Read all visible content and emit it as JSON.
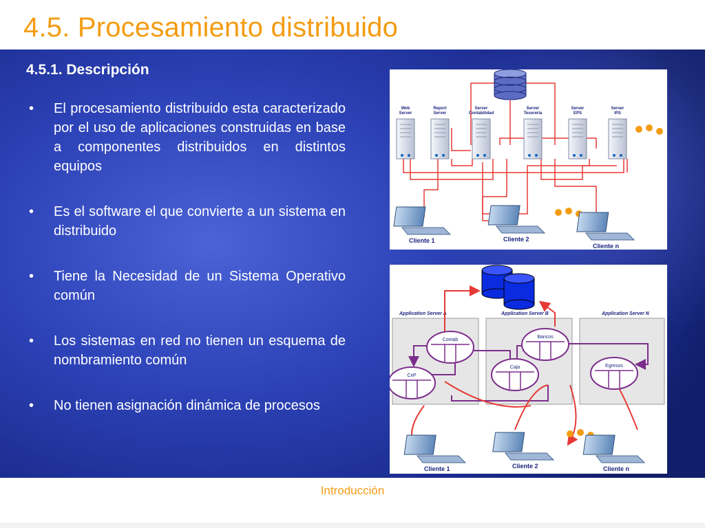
{
  "title": "4.5. Procesamiento distribuido",
  "subtitle": "4.5.1. Descripción",
  "bullet_glyph": "•",
  "bullets": [
    "El procesamiento distribuido esta caracterizado por el uso de aplicaciones construidas en base a componentes distribuidos en distintos equipos",
    "Es el software el que convierte a un sistema en distribuido",
    "Tiene la Necesidad de un Sistema Operativo común",
    "Los sistemas en red no tienen un esquema de nombramiento común",
    "No tienen asignación dinámica de procesos"
  ],
  "figure1": {
    "servers": [
      {
        "line1": "Web",
        "line2": "Server"
      },
      {
        "line1": "Report",
        "line2": "Server"
      },
      {
        "line1": "Server",
        "line2": "Contabilidad"
      },
      {
        "line1": "Server",
        "line2": "Tesorería"
      },
      {
        "line1": "Server",
        "line2": "EPS"
      },
      {
        "line1": "Server",
        "line2": "IPS"
      }
    ],
    "clients": [
      "Cliente 1",
      "Cliente 2",
      "Cliente n"
    ]
  },
  "figure2": {
    "app_servers": [
      "Application Server A",
      "Application Server B",
      "Application Server N"
    ],
    "components": [
      "Contab",
      "CxP",
      "Bancos",
      "Caja",
      "Egresos"
    ],
    "clients": [
      "Cliente 1",
      "Cliente 2",
      "Cliente n"
    ]
  },
  "footer": "Introducción",
  "colors": {
    "title": "#f39c12",
    "panel": "#2d43b8",
    "link": "#e53935",
    "purple": "#7b2d8b",
    "db_blue": "#0a2be0",
    "dots": "#f39c12"
  }
}
